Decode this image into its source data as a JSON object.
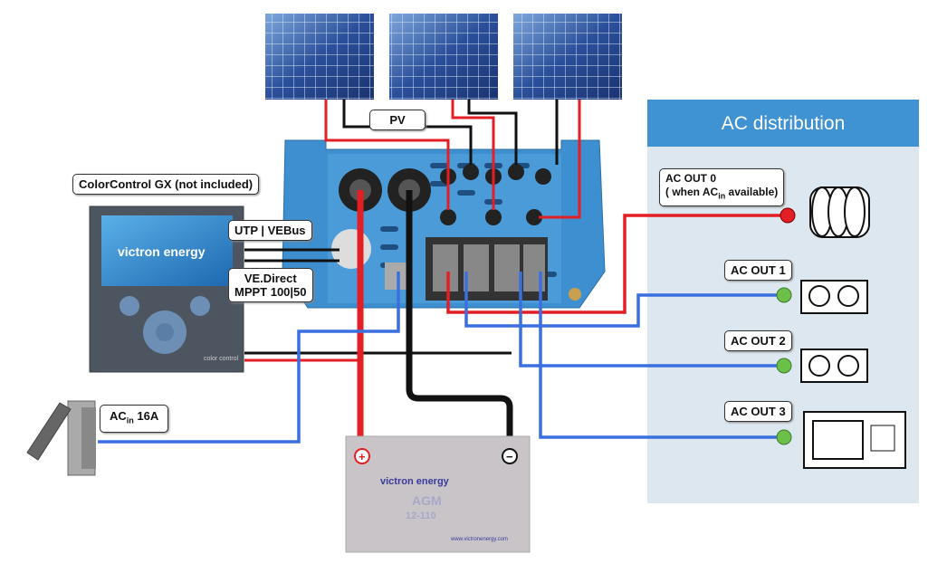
{
  "labels": {
    "pv": "PV",
    "colorcontrol": "ColorControl GX (not included)",
    "utp": "UTP | VEBus",
    "vedirect_1": "VE.Direct",
    "vedirect_2": "MPPT 100|50",
    "acin_prefix": "AC",
    "acin_sub": "in",
    "acin_suffix": " 16A",
    "ac_distribution": "AC distribution",
    "acout0_1": "AC  OUT 0",
    "acout0_2a": "( when AC",
    "acout0_2sub": "in",
    "acout0_2b": " available)",
    "acout1": "AC OUT 1",
    "acout2": "AC OUT 2",
    "acout3": "AC OUT 3"
  },
  "device": {
    "brand": "victron energy",
    "tagline": "color control"
  },
  "battery": {
    "brand": "victron energy",
    "model_1": "AGM",
    "model_2": "12-110",
    "website": "www.victronenergy.com",
    "plus": "+",
    "minus": "−"
  },
  "colors": {
    "dc_positive": "#e31e24",
    "dc_negative": "#111111",
    "ac_line": "#3a6fe0",
    "ac_out0": "#e31e24",
    "dot_green": "#6cc04a",
    "inverter": "#3d8fcf",
    "ac_panel": "#dde7ef"
  }
}
